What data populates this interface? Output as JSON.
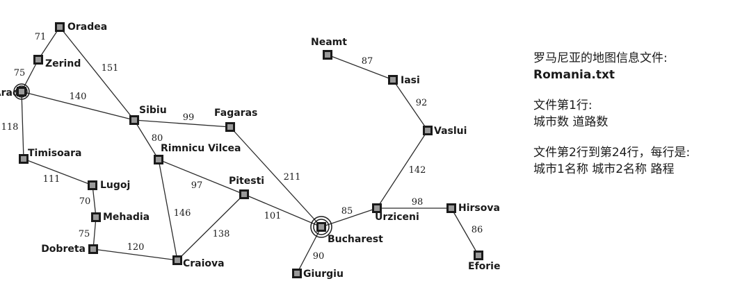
{
  "map": {
    "cities": [
      {
        "id": "Oradea",
        "label": "Oradea"
      },
      {
        "id": "Zerind",
        "label": "Zerind"
      },
      {
        "id": "Arad",
        "label": "Arad"
      },
      {
        "id": "Timisoara",
        "label": "Timisoara"
      },
      {
        "id": "Lugoj",
        "label": "Lugoj"
      },
      {
        "id": "Mehadia",
        "label": "Mehadia"
      },
      {
        "id": "Dobreta",
        "label": "Dobreta"
      },
      {
        "id": "Craiova",
        "label": "Craiova"
      },
      {
        "id": "Sibiu",
        "label": "Sibiu"
      },
      {
        "id": "Rimnicu Vilcea",
        "label": "Rimnicu Vilcea"
      },
      {
        "id": "Fagaras",
        "label": "Fagaras"
      },
      {
        "id": "Pitesti",
        "label": "Pitesti"
      },
      {
        "id": "Bucharest",
        "label": "Bucharest"
      },
      {
        "id": "Giurgiu",
        "label": "Giurgiu"
      },
      {
        "id": "Urziceni",
        "label": "Urziceni"
      },
      {
        "id": "Hirsova",
        "label": "Hirsova"
      },
      {
        "id": "Eforie",
        "label": "Eforie"
      },
      {
        "id": "Vaslui",
        "label": "Vaslui"
      },
      {
        "id": "Iasi",
        "label": "Iasi"
      },
      {
        "id": "Neamt",
        "label": "Neamt"
      }
    ],
    "roads": [
      {
        "from": "Arad",
        "to": "Zerind",
        "distance": "75"
      },
      {
        "from": "Zerind",
        "to": "Oradea",
        "distance": "71"
      },
      {
        "from": "Oradea",
        "to": "Sibiu",
        "distance": "151"
      },
      {
        "from": "Arad",
        "to": "Sibiu",
        "distance": "140"
      },
      {
        "from": "Arad",
        "to": "Timisoara",
        "distance": "118"
      },
      {
        "from": "Timisoara",
        "to": "Lugoj",
        "distance": "111"
      },
      {
        "from": "Lugoj",
        "to": "Mehadia",
        "distance": "70"
      },
      {
        "from": "Mehadia",
        "to": "Dobreta",
        "distance": "75"
      },
      {
        "from": "Dobreta",
        "to": "Craiova",
        "distance": "120"
      },
      {
        "from": "Sibiu",
        "to": "Fagaras",
        "distance": "99"
      },
      {
        "from": "Sibiu",
        "to": "Rimnicu Vilcea",
        "distance": "80"
      },
      {
        "from": "Rimnicu Vilcea",
        "to": "Pitesti",
        "distance": "97"
      },
      {
        "from": "Rimnicu Vilcea",
        "to": "Craiova",
        "distance": "146"
      },
      {
        "from": "Craiova",
        "to": "Pitesti",
        "distance": "138"
      },
      {
        "from": "Fagaras",
        "to": "Bucharest",
        "distance": "211"
      },
      {
        "from": "Pitesti",
        "to": "Bucharest",
        "distance": "101"
      },
      {
        "from": "Bucharest",
        "to": "Giurgiu",
        "distance": "90"
      },
      {
        "from": "Bucharest",
        "to": "Urziceni",
        "distance": "85"
      },
      {
        "from": "Urziceni",
        "to": "Hirsova",
        "distance": "98"
      },
      {
        "from": "Hirsova",
        "to": "Eforie",
        "distance": "86"
      },
      {
        "from": "Urziceni",
        "to": "Vaslui",
        "distance": "142"
      },
      {
        "from": "Vaslui",
        "to": "Iasi",
        "distance": "92"
      },
      {
        "from": "Iasi",
        "to": "Neamt",
        "distance": "87"
      }
    ]
  },
  "notes": {
    "intro": "罗马尼亚的地图信息文件:",
    "filename": "Romania.txt",
    "line1_title": "文件第1行:",
    "line1_desc": "城市数 道路数",
    "rest_title": "文件第2行到第24行，每行是:",
    "rest_desc": "城市1名称 城市2名称 路程"
  }
}
